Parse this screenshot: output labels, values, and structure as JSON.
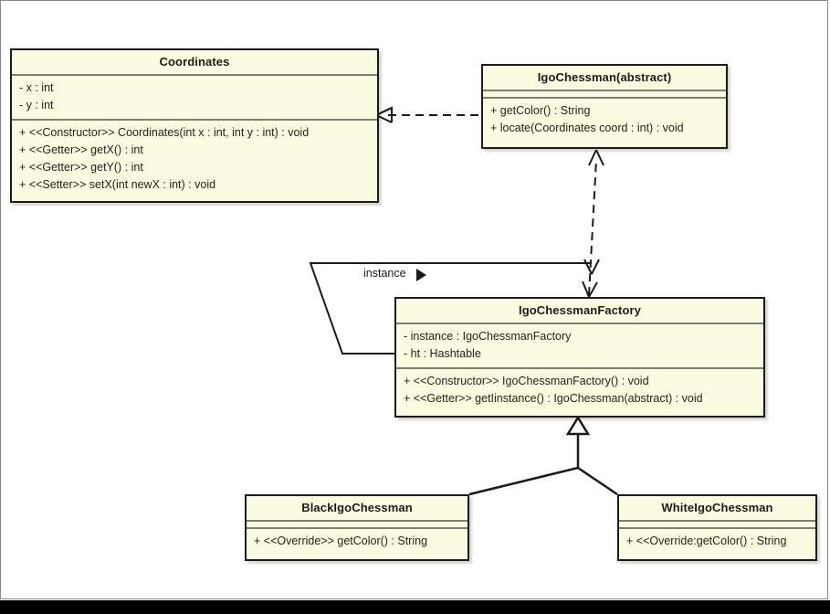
{
  "diagram": {
    "type": "uml-class-diagram",
    "background": "#ffffff",
    "class_fill": "#fbfbe2",
    "border_color": "#1b1b1b",
    "classes": [
      {
        "id": "coordinates",
        "name": "Coordinates",
        "attributes": [
          "- x : int",
          "- y : int"
        ],
        "operations": [
          "+ <<Constructor>> Coordinates(int x : int, int y : int) : void",
          "+ <<Getter>> getX() : int",
          "+ <<Getter>> getY() : int",
          "+ <<Setter>> setX(int newX : int) : void"
        ]
      },
      {
        "id": "igochessman",
        "name": "IgoChessman(abstract)",
        "attributes": [],
        "operations": [
          "+ getColor() : String",
          "+ locate(Coordinates coord : int) : void"
        ]
      },
      {
        "id": "factory",
        "name": "IgoChessmanFactory",
        "attributes": [
          "- instance : IgoChessmanFactory",
          "- ht : Hashtable"
        ],
        "operations": [
          "+ <<Constructor>> IgoChessmanFactory() : void",
          "+ <<Getter>> getIinstance() : IgoChessman(abstract) : void"
        ]
      },
      {
        "id": "black",
        "name": "BlackIgoChessman",
        "attributes": [],
        "operations": [
          "+ <<Override>> getColor() : String"
        ]
      },
      {
        "id": "white",
        "name": "WhiteIgoChessman",
        "attributes": [],
        "operations": [
          "+ <<Override:getColor() : String"
        ]
      }
    ],
    "relations": [
      {
        "id": "dependency-chessman-coordinates",
        "from": "igochessman",
        "to": "coordinates",
        "style": "dashed",
        "arrow": "open",
        "label": ""
      },
      {
        "id": "dependency-factory-chessman",
        "from": "factory",
        "to": "igochessman",
        "style": "dashed",
        "arrow": "open-both",
        "label": ""
      },
      {
        "id": "association-instance",
        "from": "factory",
        "to": "factory",
        "style": "solid",
        "arrow": "filled-triangle",
        "label": "instance"
      },
      {
        "id": "generalization-black",
        "from": "black",
        "to": "factory",
        "style": "solid",
        "arrow": "hollow-triangle",
        "label": ""
      },
      {
        "id": "generalization-white",
        "from": "white",
        "to": "factory",
        "style": "solid",
        "arrow": "hollow-triangle",
        "label": ""
      }
    ]
  }
}
